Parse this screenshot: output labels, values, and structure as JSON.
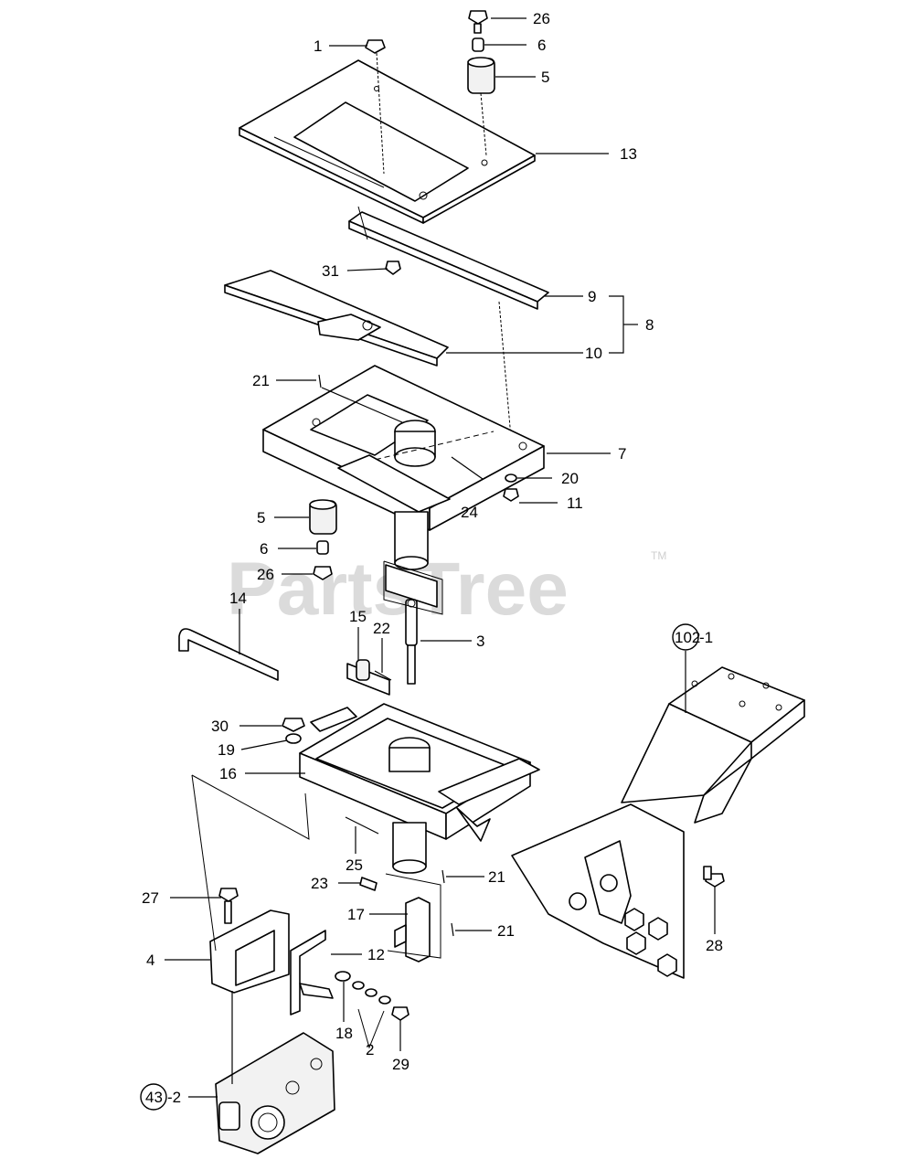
{
  "watermark": {
    "text": "PartsTree",
    "trademark": "TM"
  },
  "callouts": {
    "c1": "1",
    "c2": "2",
    "c3": "3",
    "c4": "4",
    "c5a": "5",
    "c5b": "5",
    "c6a": "6",
    "c6b": "6",
    "c7": "7",
    "c8": "8",
    "c9": "9",
    "c10": "10",
    "c11": "11",
    "c12": "12",
    "c13": "13",
    "c14": "14",
    "c15": "15",
    "c16": "16",
    "c17": "17",
    "c18": "18",
    "c19": "19",
    "c20": "20",
    "c21a": "21",
    "c21b": "21",
    "c21c": "21",
    "c22": "22",
    "c23": "23",
    "c24": "24",
    "c25": "25",
    "c26a": "26",
    "c26b": "26",
    "c27": "27",
    "c28": "28",
    "c29": "29",
    "c30": "30",
    "c31": "31"
  },
  "references": {
    "ref102": {
      "circle": "102",
      "suffix": "-1"
    },
    "ref43": {
      "circle": "43",
      "suffix": "-2"
    }
  }
}
